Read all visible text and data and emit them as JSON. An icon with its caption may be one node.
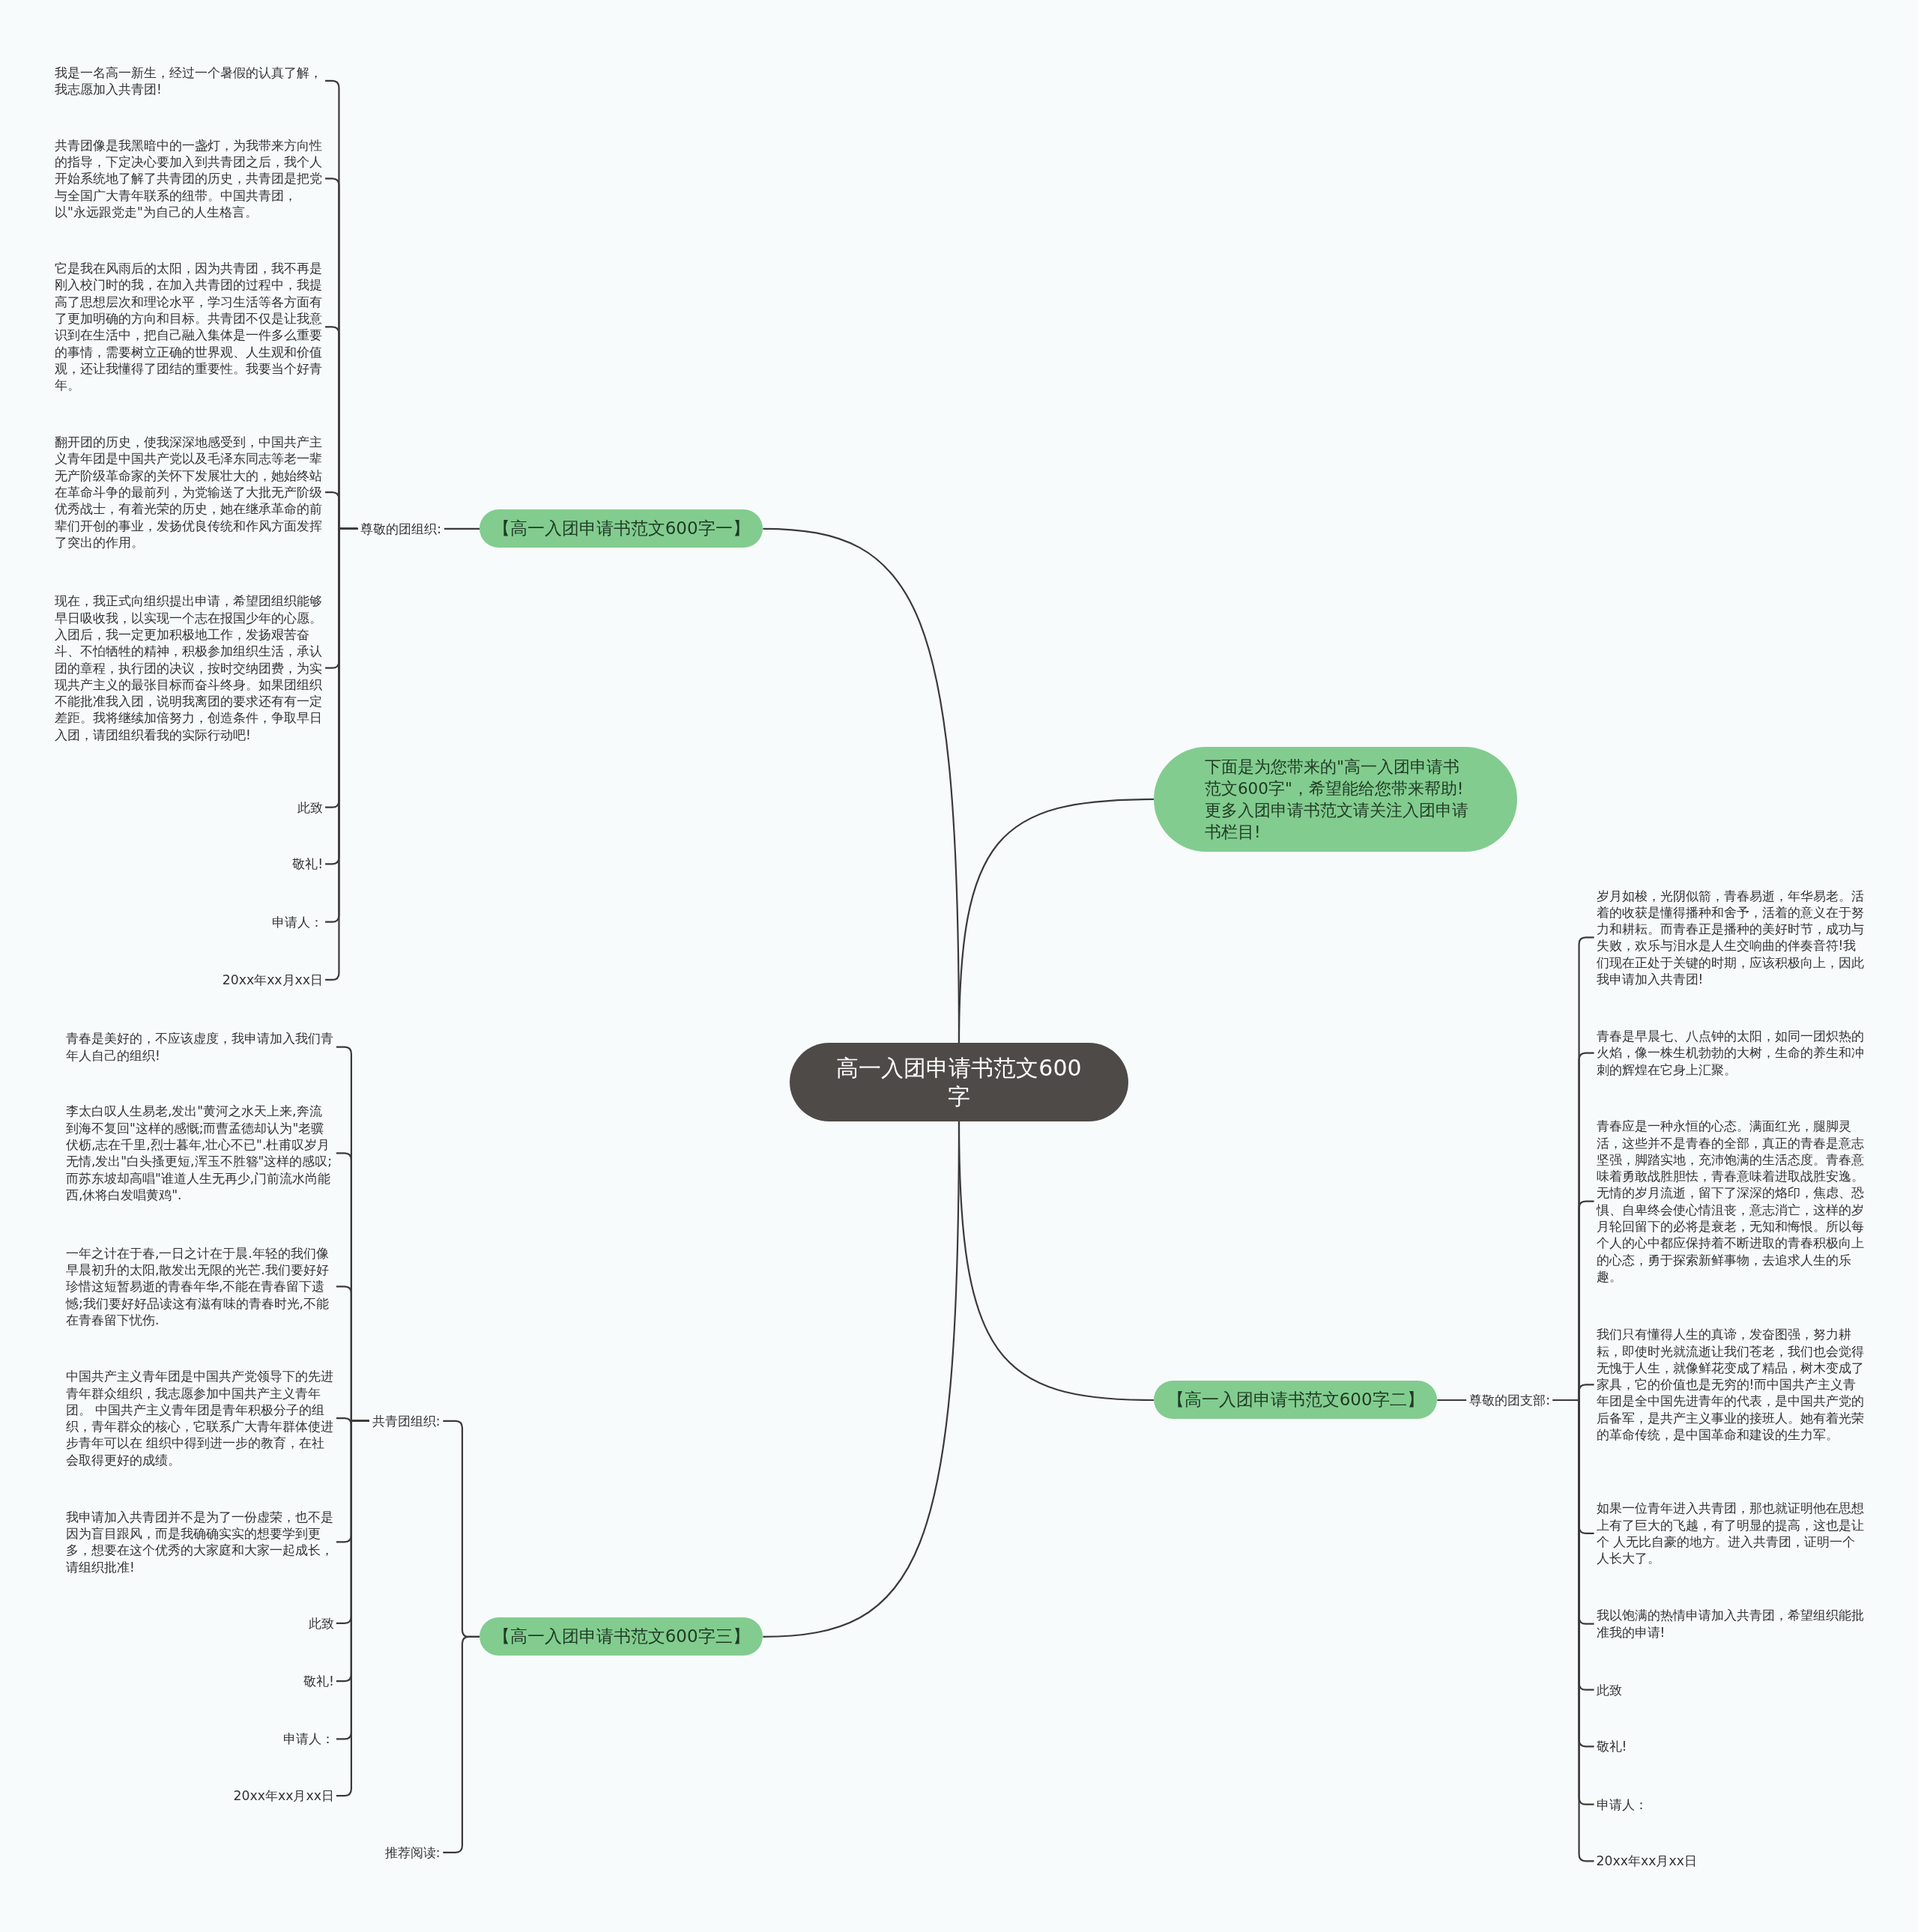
{
  "diagram": {
    "nodes": [
      {
        "text": [
          "高一入团申请书范文600字"
        ]
      },
      {
        "text": [
          "【高一入团申请书范文600字一】"
        ]
      },
      {
        "text": [
          "尊敬的团组织:"
        ]
      },
      {
        "text": [
          "我是一名高一新生，经过一个暑假的认真了解，我志愿加入共青团!"
        ]
      },
      {
        "text": [
          "共青团像是我黑暗中的一盏灯，为我带来方向性的指导，下定决心要加入到共青团之后，我个人开始系统地了解了共青团的历史，共青团是把党与全国广大青年联系的纽带。中国共青团，以\"永远跟党走\"为自己的人生格言。"
        ]
      },
      {
        "text": [
          "它是我在风雨后的太阳，因为共青团，我不再是刚入校门时的我，在加入共青团的过程中，我提高了思想层次和理论水平，学习生活等各方面有了更加明确的方向和目标。共青团不仅是让我意识到在生活中，把自己融入集体是一件多么重要的事情，需要树立正确的世界观、人生观和价值观，还让我懂得了团结的重要性。我要当个好青年。"
        ]
      },
      {
        "text": [
          "翻开团的历史，使我深深地感受到，中国共产主义青年团是中国共产党以及毛泽东同志等老一辈无产阶级革命家的关怀下发展壮大的，她始终站在革命斗争的最前列，为党输送了大批无产阶级优秀战士，有着光荣的历史，她在继承革命的前辈们开创的事业，发扬优良传统和作风方面发挥了突出的作用。"
        ]
      },
      {
        "text": [
          "现在，我正式向组织提出申请，希望团组织能够早日吸收我，以实现一个志在报国少年的心愿。入团后，我一定更加积极地工作，发扬艰苦奋斗、不怕牺牲的精神，积极参加组织生活，承认团的章程，执行团的决议，按时交纳团费，为实现共产主义的最张目标而奋斗终身。如果团组织不能批准我入团，说明我离团的要求还有有一定差距。我将继续加倍努力，创造条件，争取早日入团，请团组织看我的实际行动吧!"
        ]
      },
      {
        "text": [
          "此致"
        ]
      },
      {
        "text": [
          "敬礼!"
        ]
      },
      {
        "text": [
          "申请人："
        ]
      },
      {
        "text": [
          "20xx年xx月xx日"
        ]
      },
      {
        "text": [
          "下面是为您带来的\"高一入团申请书范文600字\"，希望能给您带来帮助! 更多入团申请书范文请关注入团申请书栏目!"
        ]
      },
      {
        "text": [
          "【高一入团申请书范文600字二】"
        ]
      },
      {
        "text": [
          "尊敬的团支部:"
        ]
      },
      {
        "text": [
          "岁月如梭，光阴似箭，青春易逝，年华易老。活着的收获是懂得播种和舍予，活着的意义在于努力和耕耘。而青春正是播种的美好时节，成功与失败，欢乐与泪水是人生交响曲的伴奏音符!我们现在正处于关键的时期，应该积极向上，因此我申请加入共青团!"
        ]
      },
      {
        "text": [
          "青春是早晨七、八点钟的太阳，如同一团炽热的火焰，像一株生机勃勃的大树，生命的养生和冲刺的辉煌在它身上汇聚。"
        ]
      },
      {
        "text": [
          "青春应是一种永恒的心态。满面红光，腿脚灵活，这些并不是青春的全部，真正的青春是意志坚强，脚踏实地，充沛饱满的生活态度。青春意味着勇敢战胜胆怯，青春意味着进取战胜安逸。无情的岁月流逝，留下了深深的烙印，焦虑、恐惧、自卑终会使心情沮丧，意志消亡，这样的岁月轮回留下的必将是衰老，无知和悔恨。所以每个人的心中都应保持着不断进取的青春积极向上的心态，勇于探索新鲜事物，去追求人生的乐趣。"
        ]
      },
      {
        "text": [
          "我们只有懂得人生的真谛，发奋图强，努力耕耘，即使时光就流逝让我们苍老，我们也会觉得无愧于人生，就像鲜花变成了精品，树木变成了家具，它的价值也是无穷的!而中国共产主义青年团是全中国先进青年的代表，是中国共产党的后备军，是共产主义事业的接班人。她有着光荣的革命传统，是中国革命和建设的生力军。"
        ]
      },
      {
        "text": [
          "如果一位青年进入共青团，那也就证明他在思想上有了巨大的飞越，有了明显的提高，这也是让个 人无比自豪的地方。进入共青团，证明一个人长大了。"
        ]
      },
      {
        "text": [
          "我以饱满的热情申请加入共青团，希望组织能批准我的申请!"
        ]
      },
      {
        "text": [
          "此致"
        ]
      },
      {
        "text": [
          "敬礼!"
        ]
      },
      {
        "text": [
          "申请人："
        ]
      },
      {
        "text": [
          "20xx年xx月xx日"
        ]
      },
      {
        "text": [
          "【高一入团申请书范文600字三】"
        ]
      },
      {
        "text": [
          "共青团组织:"
        ]
      },
      {
        "text": [
          "青春是美好的，不应该虚度，我申请加入我们青年人自己的组织!"
        ]
      },
      {
        "text": [
          "李太白叹人生易老,发出\"黄河之水天上来,奔流到海不复回\"这样的感慨;而曹孟德却认为\"老骥伏枥,志在千里,烈士暮年,壮心不已\".杜甫叹岁月无情,发出\"白头搔更短,浑玉不胜簪\"这样的感叹;而苏东坡却高唱\"谁道人生无再少,门前流水尚能西,休将白发唱黄鸡\"."
        ]
      },
      {
        "text": [
          "一年之计在于春,一日之计在于晨.年轻的我们像早晨初升的太阳,散发出无限的光芒.我们要好好珍惜这短暂易逝的青春年华,不能在青春留下遗憾;我们要好好品读这有滋有味的青春时光,不能在青春留下忧伤."
        ]
      },
      {
        "text": [
          "中国共产主义青年团是中国共产党领导下的先进青年群众组织，我志愿参加中国共产主义青年团。 中国共产主义青年团是青年积极分子的组织，青年群众的核心，它联系广大青年群体使进步青年可以在 组织中得到进一步的教育，在社会取得更好的成绩。"
        ]
      },
      {
        "text": [
          "我申请加入共青团并不是为了一份虚荣，也不是因为盲目跟风，而是我确确实实的想要学到更多，想要在这个优秀的大家庭和大家一起成长，请组织批准!"
        ]
      },
      {
        "text": [
          "此致"
        ]
      },
      {
        "text": [
          "敬礼!"
        ]
      },
      {
        "text": [
          "申请人："
        ]
      },
      {
        "text": [
          "20xx年xx月xx日"
        ]
      },
      {
        "text": [
          "推荐阅读:"
        ]
      }
    ],
    "edges": [
      {
        "from": 0,
        "to": 1,
        "arrow": "none"
      },
      {
        "from": 1,
        "to": 2,
        "arrow": "none"
      },
      {
        "from": 2,
        "to": 3,
        "arrow": "none"
      },
      {
        "from": 2,
        "to": 4,
        "arrow": "none"
      },
      {
        "from": 2,
        "to": 5,
        "arrow": "none"
      },
      {
        "from": 2,
        "to": 6,
        "arrow": "none"
      },
      {
        "from": 2,
        "to": 7,
        "arrow": "none"
      },
      {
        "from": 2,
        "to": 8,
        "arrow": "none"
      },
      {
        "from": 2,
        "to": 9,
        "arrow": "none"
      },
      {
        "from": 2,
        "to": 10,
        "arrow": "none"
      },
      {
        "from": 2,
        "to": 11,
        "arrow": "none"
      },
      {
        "from": 0,
        "to": 12,
        "arrow": "none"
      },
      {
        "from": 0,
        "to": 13,
        "arrow": "none"
      },
      {
        "from": 13,
        "to": 14,
        "arrow": "none"
      },
      {
        "from": 14,
        "to": 15,
        "arrow": "none"
      },
      {
        "from": 14,
        "to": 16,
        "arrow": "none"
      },
      {
        "from": 14,
        "to": 17,
        "arrow": "none"
      },
      {
        "from": 14,
        "to": 18,
        "arrow": "none"
      },
      {
        "from": 14,
        "to": 19,
        "arrow": "none"
      },
      {
        "from": 14,
        "to": 20,
        "arrow": "none"
      },
      {
        "from": 14,
        "to": 21,
        "arrow": "none"
      },
      {
        "from": 14,
        "to": 22,
        "arrow": "none"
      },
      {
        "from": 14,
        "to": 23,
        "arrow": "none"
      },
      {
        "from": 14,
        "to": 24,
        "arrow": "none"
      },
      {
        "from": 0,
        "to": 25,
        "arrow": "none"
      },
      {
        "from": 25,
        "to": 26,
        "arrow": "none"
      },
      {
        "from": 26,
        "to": 27,
        "arrow": "none"
      },
      {
        "from": 26,
        "to": 28,
        "arrow": "none"
      },
      {
        "from": 26,
        "to": 29,
        "arrow": "none"
      },
      {
        "from": 26,
        "to": 30,
        "arrow": "none"
      },
      {
        "from": 26,
        "to": 31,
        "arrow": "none"
      },
      {
        "from": 26,
        "to": 32,
        "arrow": "none"
      },
      {
        "from": 26,
        "to": 33,
        "arrow": "none"
      },
      {
        "from": 26,
        "to": 34,
        "arrow": "none"
      },
      {
        "from": 26,
        "to": 35,
        "arrow": "none"
      },
      {
        "from": 25,
        "to": 36,
        "arrow": "none"
      }
    ]
  }
}
